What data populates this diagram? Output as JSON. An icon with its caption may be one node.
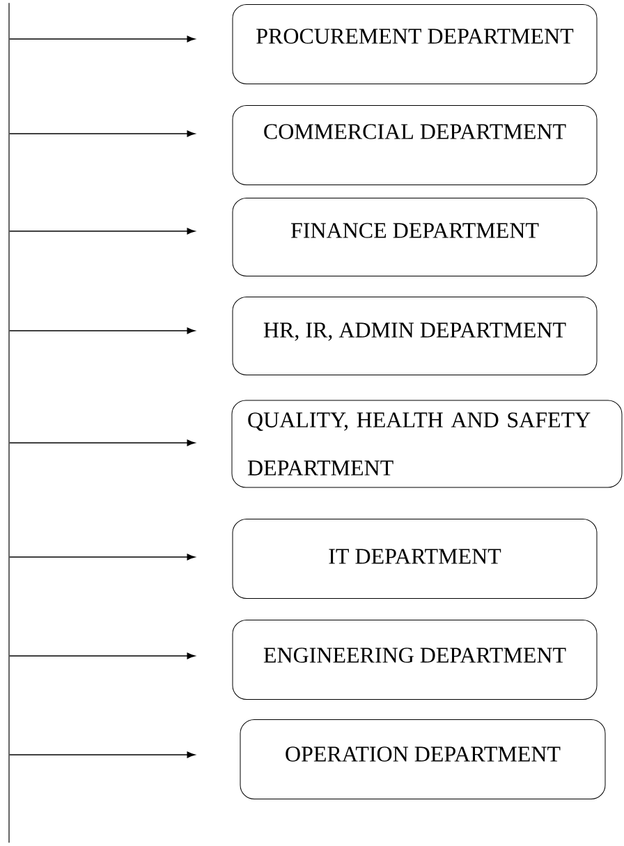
{
  "diagram": {
    "nodes": [
      {
        "text": [],
        "shape": "bar"
      },
      {
        "text": [
          "PROCUREMENT DEPARTMENT"
        ]
      },
      {
        "text": [
          "COMMERCIAL DEPARTMENT"
        ]
      },
      {
        "text": [
          "FINANCE DEPARTMENT"
        ]
      },
      {
        "text": [
          "HR, IR, ADMIN DEPARTMENT"
        ]
      },
      {
        "text": [
          "QUALITY, HEALTH AND SAFETY DEPARTMENT"
        ]
      },
      {
        "text": [
          "IT DEPARTMENT"
        ]
      },
      {
        "text": [
          "ENGINEERING DEPARTMENT"
        ]
      },
      {
        "text": [
          "OPERATION DEPARTMENT"
        ]
      }
    ],
    "edges": [
      {
        "from": 0,
        "to": 1,
        "arrow": "to"
      },
      {
        "from": 0,
        "to": 2,
        "arrow": "to"
      },
      {
        "from": 0,
        "to": 3,
        "arrow": "to"
      },
      {
        "from": 0,
        "to": 4,
        "arrow": "to"
      },
      {
        "from": 0,
        "to": 5,
        "arrow": "to"
      },
      {
        "from": 0,
        "to": 6,
        "arrow": "to"
      },
      {
        "from": 0,
        "to": 7,
        "arrow": "to"
      },
      {
        "from": 0,
        "to": 8,
        "arrow": "to"
      }
    ]
  }
}
